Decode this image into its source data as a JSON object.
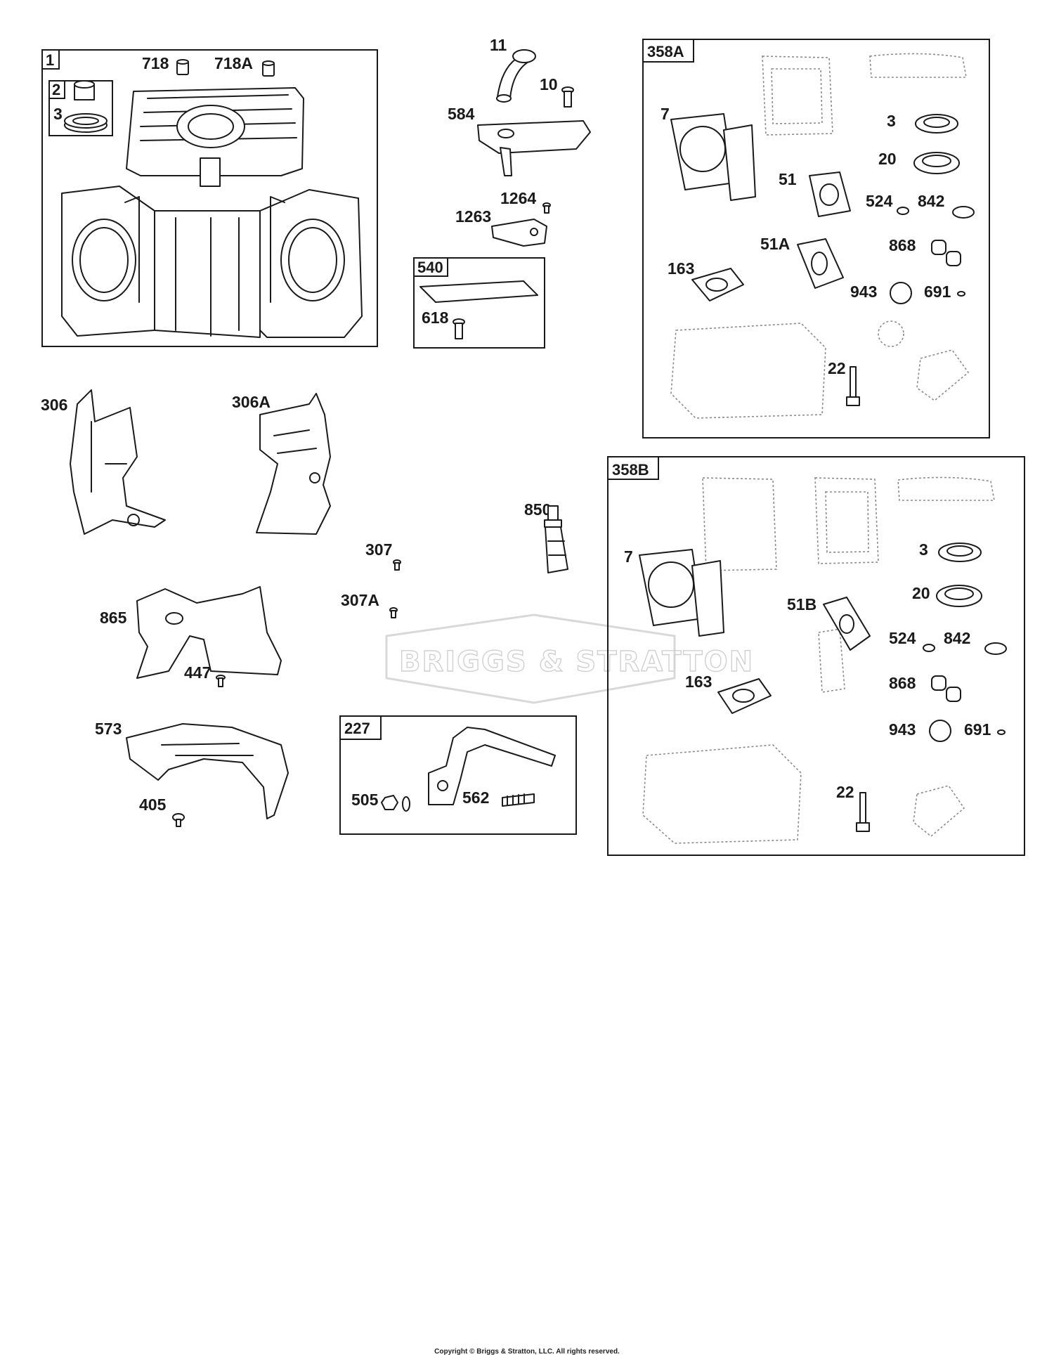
{
  "watermark": "BRIGGS & STRATTON",
  "copyright": "Copyright © Briggs & Stratton, LLC. All rights reserved.",
  "kits": {
    "k1": "1",
    "k2": "2",
    "k540": "540",
    "k358a": "358A",
    "k358b": "358B",
    "k227": "227"
  },
  "labels": {
    "p718": "718",
    "p718a": "718A",
    "p3_box1": "3",
    "p11": "11",
    "p10": "10",
    "p584": "584",
    "p1264": "1264",
    "p1263": "1263",
    "p618": "618",
    "a7": "7",
    "a3": "3",
    "a20": "20",
    "a51": "51",
    "a524": "524",
    "a842": "842",
    "a163": "163",
    "a51a": "51A",
    "a868": "868",
    "a943": "943",
    "a691": "691",
    "a22": "22",
    "p306": "306",
    "p306a": "306A",
    "p850": "850",
    "p307": "307",
    "p307a": "307A",
    "p865": "865",
    "p447": "447",
    "p573": "573",
    "p405": "405",
    "p505": "505",
    "p562": "562",
    "b7": "7",
    "b3": "3",
    "b20": "20",
    "b51b": "51B",
    "b524": "524",
    "b842": "842",
    "b163": "163",
    "b868": "868",
    "b943": "943",
    "b691": "691",
    "b22": "22"
  }
}
